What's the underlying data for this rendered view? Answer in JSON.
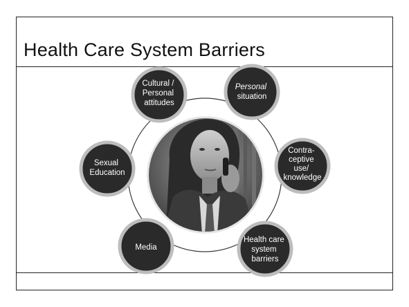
{
  "slide": {
    "title": "Health Care System Barriers"
  },
  "diagram": {
    "center_image": "woman-on-phone-photo",
    "nodes": [
      {
        "id": "cultural",
        "lines": [
          "Cultural /",
          "Personal",
          "attitudes"
        ]
      },
      {
        "id": "personal",
        "lines": [
          "Personal",
          "situation"
        ]
      },
      {
        "id": "contraceptive",
        "lines": [
          "Contra-",
          "ceptive",
          "use/",
          "knowledge"
        ]
      },
      {
        "id": "healthcare",
        "lines": [
          "Health care",
          "system",
          "barriers"
        ]
      },
      {
        "id": "media",
        "lines": [
          "Media"
        ]
      },
      {
        "id": "sexual",
        "lines": [
          "Sexual",
          "Education"
        ]
      }
    ],
    "colors": {
      "node_fill": "#2a2a2a",
      "node_ring": "#bdbdbd",
      "orbit": "#3a3a3a",
      "text": "#ffffff"
    }
  }
}
